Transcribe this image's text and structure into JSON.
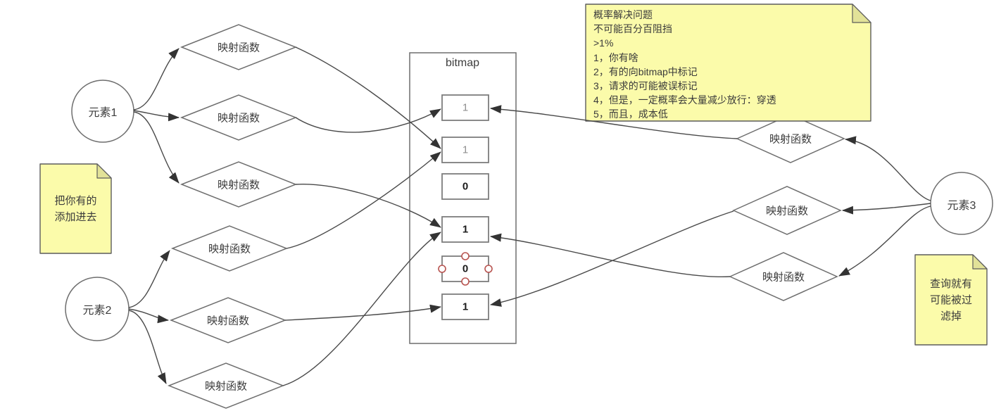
{
  "diagram": {
    "elements": {
      "element1": {
        "label": "元素1"
      },
      "element2": {
        "label": "元素2"
      },
      "element3": {
        "label": "元素3"
      }
    },
    "hash_functions": {
      "left": [
        {
          "label": "映射函数"
        },
        {
          "label": "映射函数"
        },
        {
          "label": "映射函数"
        },
        {
          "label": "映射函数"
        },
        {
          "label": "映射函数"
        },
        {
          "label": "映射函数"
        }
      ],
      "right": [
        {
          "label": "映射函数"
        },
        {
          "label": "映射函数"
        },
        {
          "label": "映射函数"
        }
      ]
    },
    "bitmap": {
      "title": "bitmap",
      "bits": [
        {
          "value": "1",
          "style": "muted",
          "selected": false
        },
        {
          "value": "1",
          "style": "muted",
          "selected": false
        },
        {
          "value": "0",
          "style": "bold",
          "selected": false
        },
        {
          "value": "1",
          "style": "bold",
          "selected": false
        },
        {
          "value": "0",
          "style": "bold",
          "selected": true
        },
        {
          "value": "1",
          "style": "bold",
          "selected": false
        }
      ]
    },
    "notes": {
      "top_right": {
        "text": "概率解决问题\n不可能百分百阻挡\n>1%\n1，你有啥\n2，有的向bitmap中标记\n3，请求的可能被误标记\n4，但是，一定概率会大量减少放行：穿透\n5，而且，成本低"
      },
      "left": {
        "text": "把你有的\n添加进去"
      },
      "bottom_right": {
        "text": "查询就有\n可能被过\n滤掉"
      }
    },
    "connections": [
      "element1->hashL1",
      "element1->hashL2",
      "element1->hashL3",
      "element2->hashL4",
      "element2->hashL5",
      "element2->hashL6",
      "hashL1->bit2",
      "hashL2->bit1",
      "hashL3->bit4",
      "hashL4->bit2",
      "hashL5->bit6",
      "hashL6->bit4",
      "element3->hashR1",
      "element3->hashR2",
      "element3->hashR3",
      "hashR1->bit1",
      "hashR2->bit6",
      "hashR3->bit4"
    ]
  },
  "colors": {
    "note_fill": "#fbfbaa",
    "note_fold": "#e2e298",
    "edge": "#4a4a4a",
    "arrow": "#333333",
    "shape_stroke": "#6e6e6e",
    "selection_handle": "#b85450",
    "bit_muted_text": "#8f8f8f",
    "bit_bold_text": "#1c1c1c"
  }
}
